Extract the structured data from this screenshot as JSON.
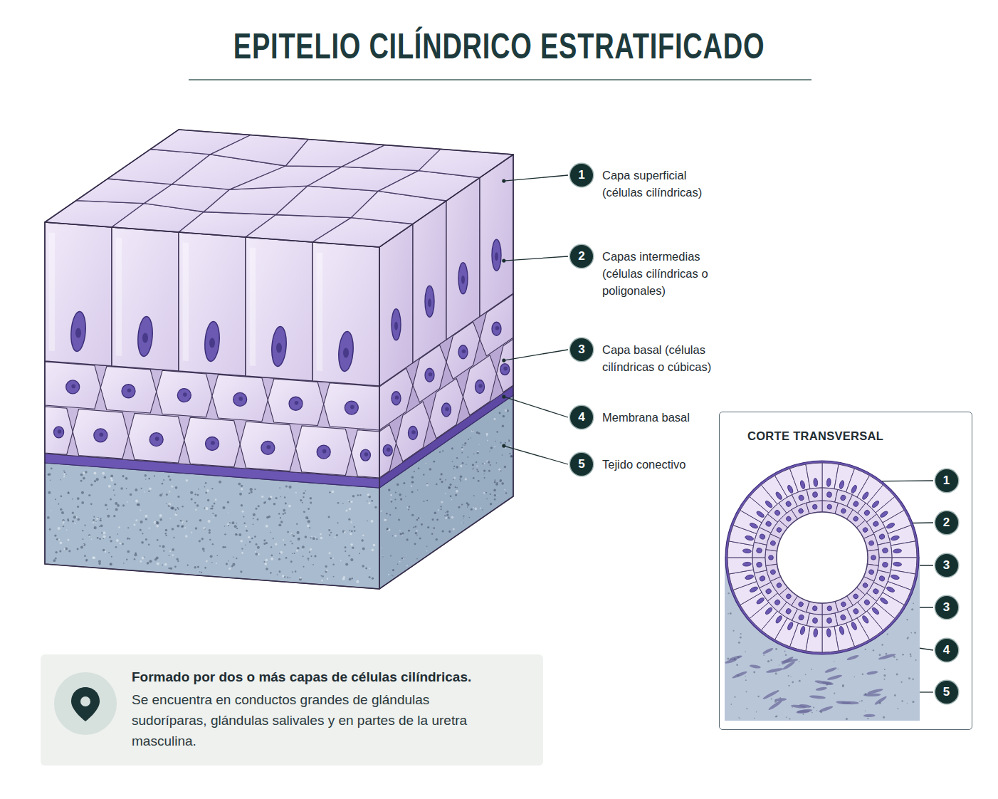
{
  "diagram": {
    "title": "EPITELIO CILÍNDRICO ESTRATIFICADO",
    "nodes": [
      {
        "text": [
          "1",
          "Capa superficial (células cilíndricas)"
        ]
      },
      {
        "text": [
          "2",
          "Capas intermedias (células cilíndricas o poligonales)"
        ]
      },
      {
        "text": [
          "3",
          "Capa basal (células cilíndricas o cúbicas)"
        ]
      },
      {
        "text": [
          "4",
          "Membrana basal"
        ]
      },
      {
        "text": [
          "5",
          "Tejido conectivo"
        ]
      },
      {
        "text": [
          "CORTE TRANSVERSAL"
        ]
      },
      {
        "text": [
          "1"
        ],
        "in": 5
      },
      {
        "text": [
          "2"
        ],
        "in": 5
      },
      {
        "text": [
          "3"
        ],
        "in": 5
      },
      {
        "text": [
          "3"
        ],
        "in": 5
      },
      {
        "text": [
          "4"
        ],
        "in": 5
      },
      {
        "text": [
          "5"
        ],
        "in": 5
      },
      {
        "text": [
          "Formado por dos o más capas de células cilíndricas.",
          "Se encuentra en conductos grandes de glándulas sudoríparas, glándulas salivales y en partes de la uretra masculina."
        ]
      }
    ]
  }
}
